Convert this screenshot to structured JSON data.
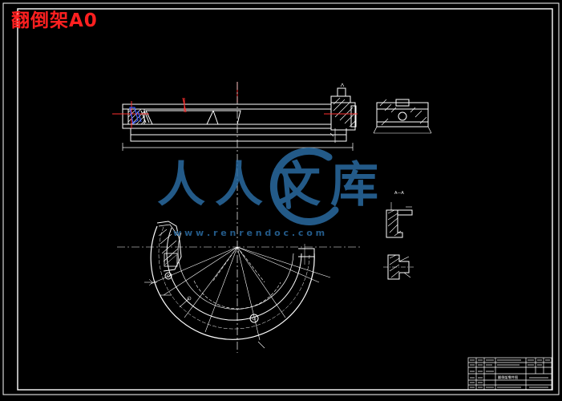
{
  "drawing": {
    "title": "翻倒架A0",
    "colors": {
      "background": "#000000",
      "lines": "#ffffff",
      "title": "#ff2020",
      "centerline": "#ff3030",
      "highlight": "#3a5cff",
      "watermark": "#2a6aa0"
    }
  },
  "section_label": "A—A",
  "watermark": {
    "brand": "人人文库",
    "url": "w w w . r e n r e n d o c . c o m"
  },
  "title_block": {
    "drawing_name": "翻倒架零件图"
  }
}
